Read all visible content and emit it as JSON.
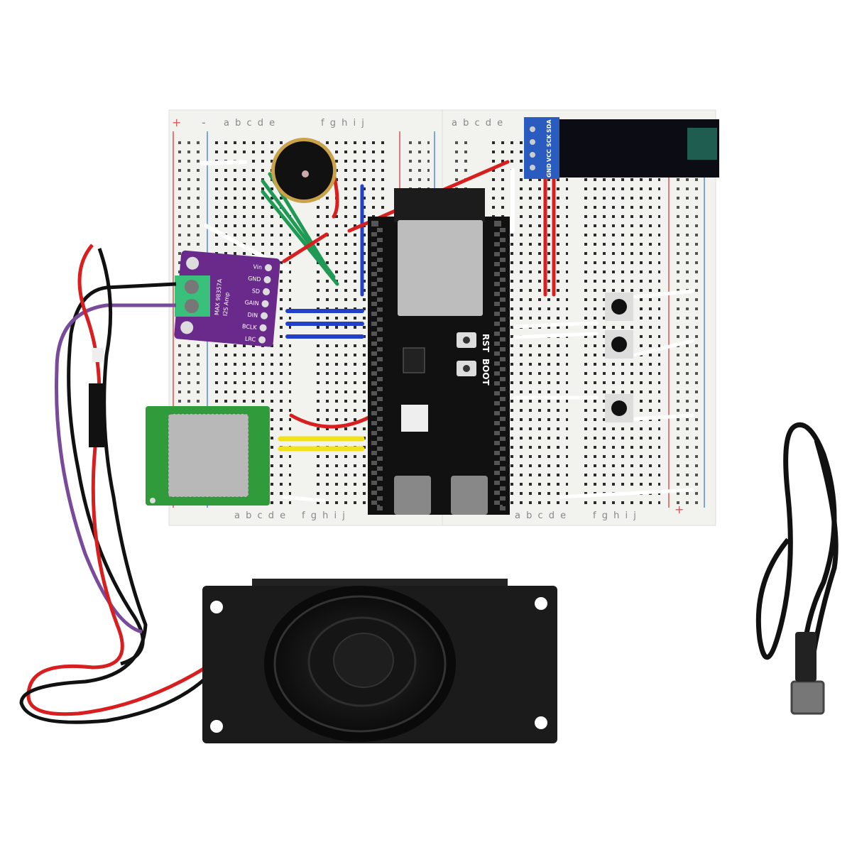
{
  "breadboard": {
    "columns_left": "a b c d e",
    "columns_right": "f g h i j",
    "rail_plus": "+",
    "rail_minus": "-"
  },
  "esp32_board": {
    "reset_button_label": "RST",
    "boot_button_label": "BOOT"
  },
  "oled_display": {
    "pins": [
      "GND",
      "VCC",
      "SCK",
      "SDA"
    ]
  },
  "amplifier": {
    "chip_label": "MAX 98357A",
    "sub_label": "I2S Amp",
    "pins": [
      "Vin",
      "GND",
      "SD",
      "GAIN",
      "DIN",
      "BCLK",
      "LRC"
    ]
  },
  "colors": {
    "breadboard": "#f2f2ef",
    "esp32_pcb": "#111111",
    "amp_pcb": "#6a2a8c",
    "oled_pcb": "#2a5bbf",
    "gps_pcb": "#2f9b3a",
    "wire_red": "#d81e1e",
    "wire_green": "#1f9a55",
    "wire_blue": "#2340c8",
    "wire_yellow": "#f2e21a",
    "wire_white": "#ffffff",
    "speaker": "#1b1b1b",
    "usb_cable": "#111111"
  }
}
